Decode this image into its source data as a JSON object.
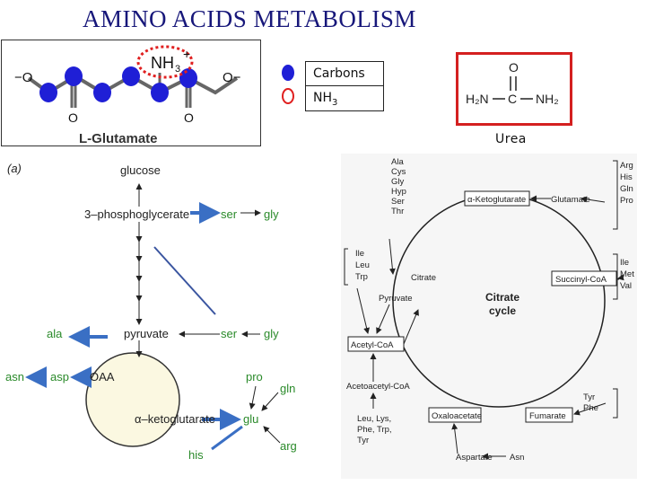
{
  "title": "AMINO ACIDS METABOLISM",
  "glutamate": {
    "nh3": "NH",
    "nh3_sub": "3",
    "nh3_charge": "+",
    "left_charge": "−O",
    "right_charge": "O−",
    "oxygen": "O",
    "name": "L-Glutamate"
  },
  "legend": {
    "carbons": "Carbons",
    "nh3": "NH",
    "nh3_sub": "3",
    "carbon_color": "#1f1fd6",
    "nh3_color": "#e02020"
  },
  "urea": {
    "o": "O",
    "double_bond": "||",
    "formula_h2n": "H₂N",
    "formula_c": "C",
    "formula_nh2": "NH₂",
    "label": "Urea"
  },
  "pathway": {
    "panel_label": "(a)",
    "glucose": "glucose",
    "phosphoglycerate": "3–phosphoglycerate",
    "ser_top": "ser",
    "gly_top": "gly",
    "pyruvate": "pyruvate",
    "ser_mid": "ser",
    "gly_mid": "gly",
    "ala": "ala",
    "asn": "asn",
    "asp": "asp",
    "oaa": "OAA",
    "pro": "pro",
    "gln": "gln",
    "ketoglutarate": "α–ketoglutarate",
    "glu": "glu",
    "arg": "arg",
    "his": "his"
  },
  "cycle": {
    "center": "Citrate\ncycle",
    "ketoglutarate": "α-Ketoglutarate",
    "glutamate": "Glutamate",
    "succinyl": "Succinyl-CoA",
    "fumarate": "Fumarate",
    "oxaloacetate": "Oxaloacetate",
    "aspartate": "Aspartate",
    "asn": "Asn",
    "citrate": "Citrate",
    "pyruvate": "Pyruvate",
    "acetyl": "Acetyl-CoA",
    "acetoacetyl": "Acetoacetyl-CoA",
    "top_group": [
      "Ala",
      "Cys",
      "Gly",
      "Hyp",
      "Ser",
      "Thr"
    ],
    "ile_group": [
      "Ile",
      "Leu",
      "Trp"
    ],
    "arg_group": [
      "Arg",
      "His",
      "Gln",
      "Pro"
    ],
    "met_group": [
      "Ile",
      "Met",
      "Val"
    ],
    "tyr_group": [
      "Tyr",
      "Phe"
    ],
    "leu_group": [
      "Leu, Lys,",
      "Phe, Trp,",
      "Tyr"
    ]
  }
}
